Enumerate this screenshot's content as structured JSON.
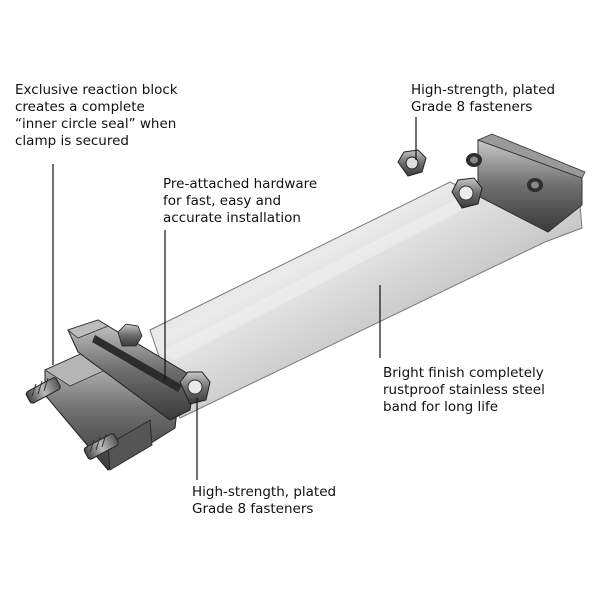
{
  "callouts": {
    "reaction_block": {
      "lines": [
        "Exclusive reaction block",
        "creates a complete",
        "“inner circle seal” when",
        "clamp is secured"
      ]
    },
    "hardware": {
      "lines": [
        "Pre-attached hardware",
        "for fast, easy and",
        "accurate installation"
      ]
    },
    "fasteners_top": {
      "lines": [
        "High-strength, plated",
        "Grade 8 fasteners"
      ]
    },
    "finish": {
      "lines": [
        "Bright finish completely",
        "rustproof stainless steel",
        "band for long life"
      ]
    },
    "fasteners_bottom": {
      "lines": [
        "High-strength, plated",
        "Grade 8 fasteners"
      ]
    }
  },
  "colors": {
    "band_light": "#e4e4e4",
    "band_dark": "#8e8e8e",
    "steel_dark": "#3c3c3c",
    "leader": "#111111"
  }
}
